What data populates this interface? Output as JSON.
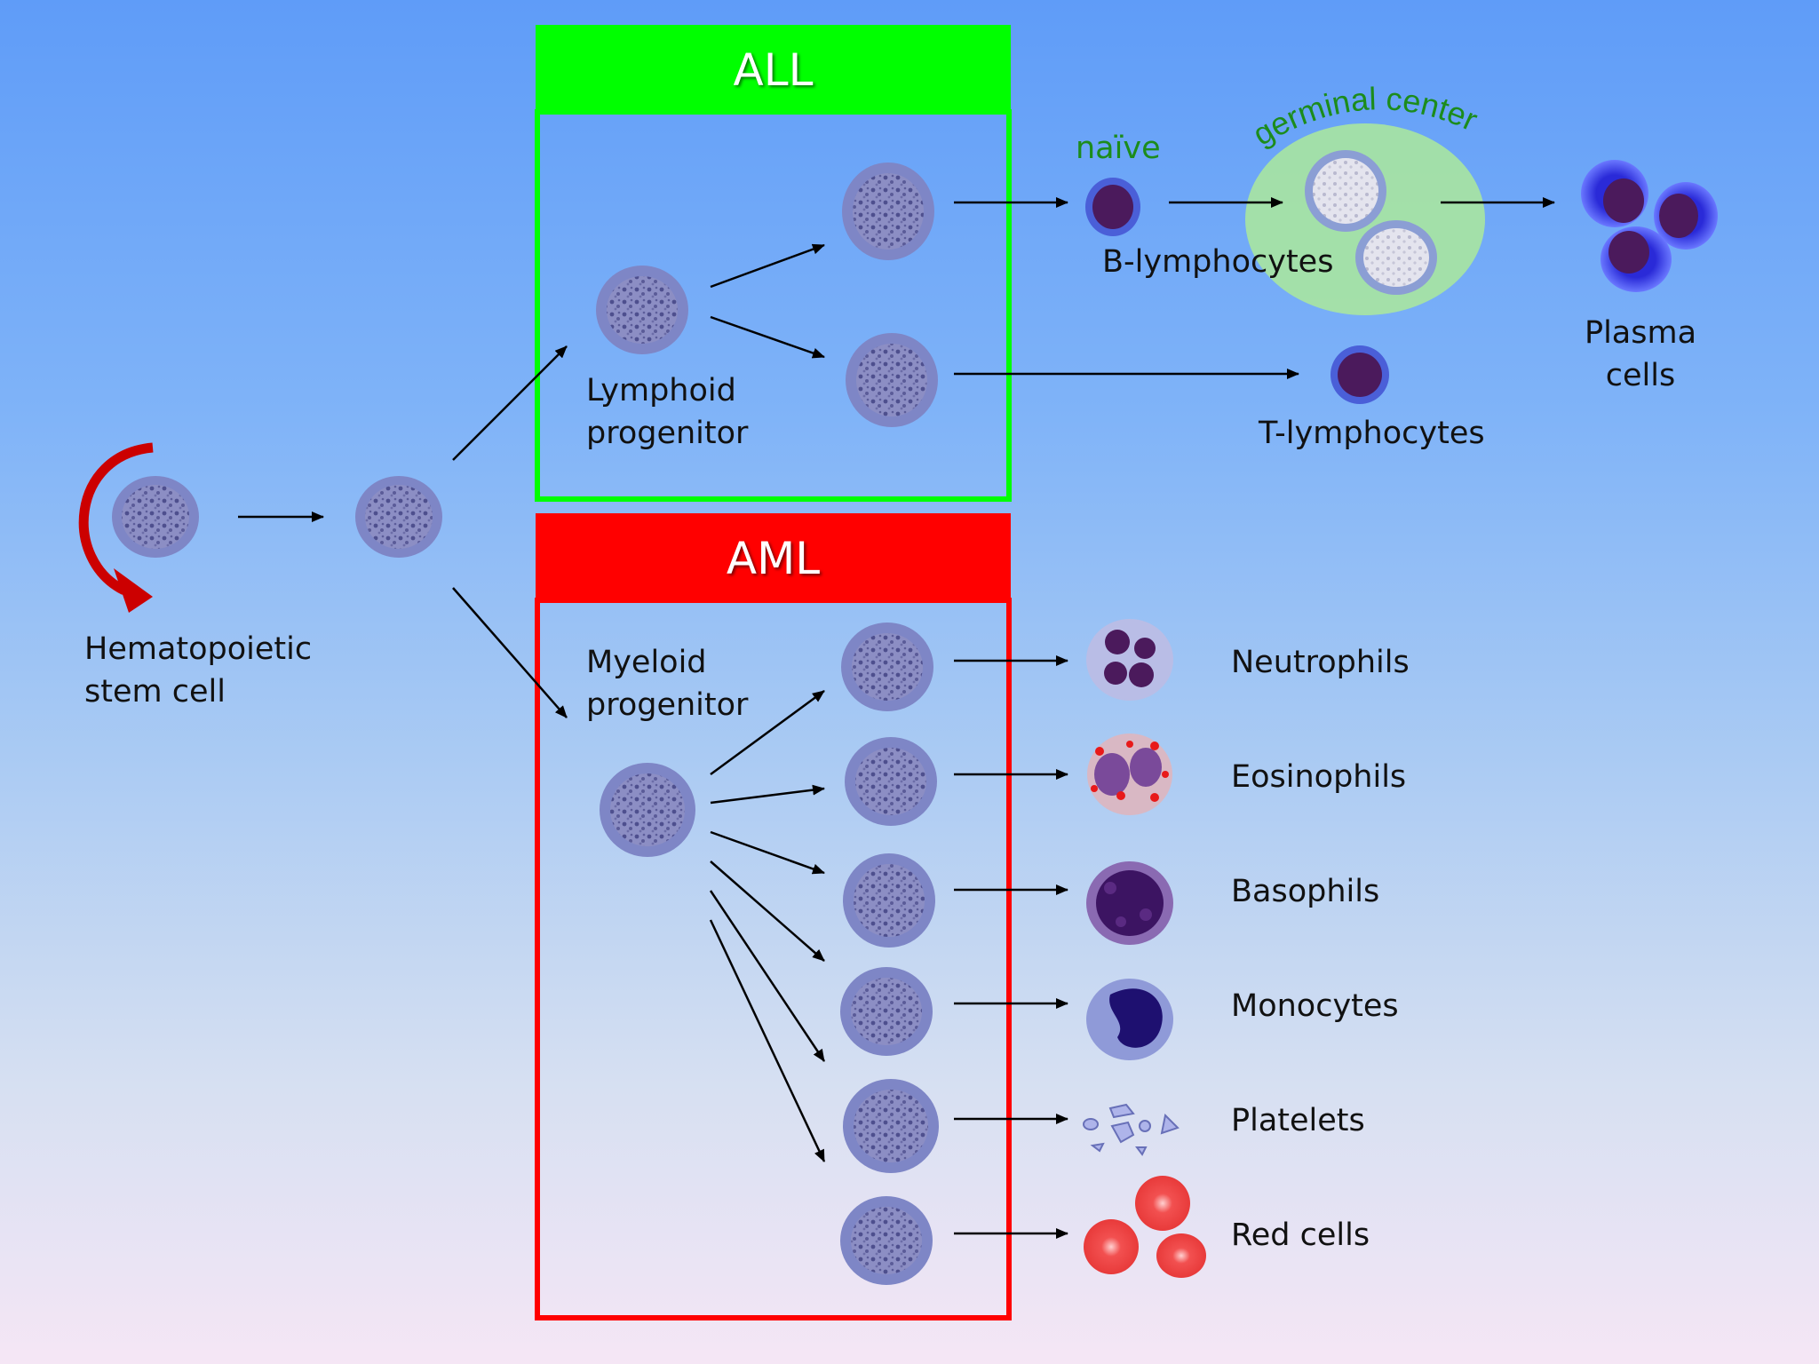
{
  "titles": {
    "all": "ALL",
    "aml": "AML"
  },
  "labels": {
    "stem_line1": "Hematopoietic",
    "stem_line2": "stem cell",
    "lymphoid_line1": "Lymphoid",
    "lymphoid_line2": "progenitor",
    "myeloid_line1": "Myeloid",
    "myeloid_line2": "progenitor",
    "naive": "naïve",
    "germinal_center": "germinal center",
    "b_lymphocytes": "B-lymphocytes",
    "t_lymphocytes": "T-lymphocytes",
    "plasma_line1": "Plasma",
    "plasma_line2": "cells",
    "neutrophils": "Neutrophils",
    "eosinophils": "Eosinophils",
    "basophils": "Basophils",
    "monocytes": "Monocytes",
    "platelets": "Platelets",
    "red_cells": "Red cells"
  },
  "colors": {
    "all_box": "#00ff00",
    "aml_box": "#ff0000",
    "progenitor_cell": "#7e86c6",
    "arrow": "#000000",
    "self_renewal_arrow": "#dd0000",
    "germinal_center_fill": "#a8e6a0",
    "germinal_center_text": "#1c8c1c"
  }
}
